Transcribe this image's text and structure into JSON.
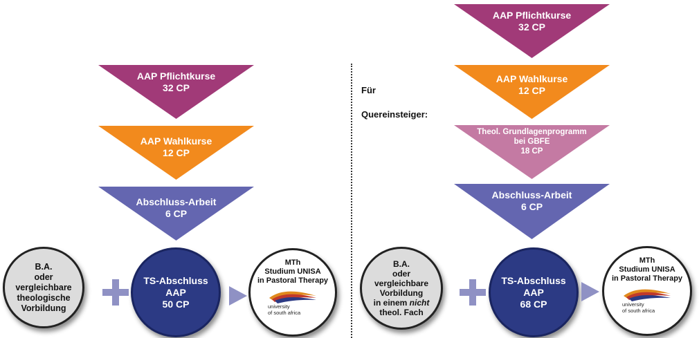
{
  "left": {
    "triangles": [
      {
        "lines": [
          "AAP Pflichtkurse",
          "32 CP"
        ],
        "color": "#a13a78"
      },
      {
        "lines": [
          "AAP Wahlkurse",
          "12 CP"
        ],
        "color": "#f28a1d"
      },
      {
        "lines": [
          "Abschluss-Arbeit",
          "6 CP"
        ],
        "color": "#6466b0"
      }
    ],
    "prereq": {
      "lines": [
        "B.A.",
        "oder",
        "vergleichbare",
        "theologische",
        "Vorbildung"
      ]
    },
    "ts": {
      "lines": [
        "TS-Abschluss",
        "AAP",
        "50 CP"
      ]
    },
    "mth": {
      "lines": [
        "MTh",
        "Studium UNISA",
        "in Pastoral Therapy"
      ],
      "logo_lines": [
        "university",
        "of south africa"
      ]
    }
  },
  "right": {
    "label_lines": [
      "Für",
      "Quereinsteiger:"
    ],
    "triangles": [
      {
        "lines": [
          "AAP Pflichtkurse",
          "32 CP"
        ],
        "color": "#a13a78"
      },
      {
        "lines": [
          "AAP Wahlkurse",
          "12 CP"
        ],
        "color": "#f28a1d"
      },
      {
        "lines": [
          "Theol. Grundlagenprogramm",
          "bei GBFE",
          "18 CP"
        ],
        "color": "#c47aa3"
      },
      {
        "lines": [
          "Abschluss-Arbeit",
          "6 CP"
        ],
        "color": "#6466b0"
      }
    ],
    "prereq": {
      "lines": [
        "B.A.",
        "oder",
        "vergleichbare",
        "Vorbildung",
        "in einem nicht",
        "theol. Fach"
      ],
      "emphasis_word": "nicht"
    },
    "ts": {
      "lines": [
        "TS-Abschluss",
        "AAP",
        "68 CP"
      ]
    },
    "mth": {
      "lines": [
        "MTh",
        "Studium UNISA",
        "in Pastoral Therapy"
      ],
      "logo_lines": [
        "university",
        "of south africa"
      ]
    }
  },
  "colors": {
    "plus_arrow": "#8f91c4",
    "ts_circle": "#2c3a84",
    "prereq_circle": "#dcdcdc"
  }
}
